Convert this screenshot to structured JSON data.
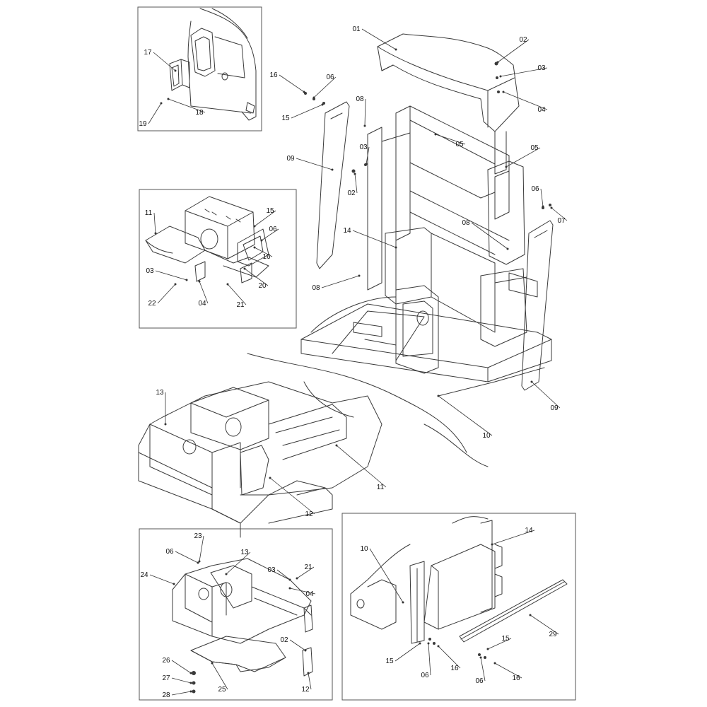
{
  "callouts": [
    {
      "id": "c01a",
      "text": "01"
    },
    {
      "id": "c02a",
      "text": "02"
    },
    {
      "id": "c03a",
      "text": "03"
    },
    {
      "id": "c04a",
      "text": "04"
    },
    {
      "id": "c05a",
      "text": "05"
    },
    {
      "id": "c05b",
      "text": "05"
    },
    {
      "id": "c06a",
      "text": "06"
    },
    {
      "id": "c07a",
      "text": "07"
    },
    {
      "id": "c16a",
      "text": "16"
    },
    {
      "id": "c06b",
      "text": "06"
    },
    {
      "id": "c15a",
      "text": "15"
    },
    {
      "id": "c08a",
      "text": "08"
    },
    {
      "id": "c09a",
      "text": "09"
    },
    {
      "id": "c03b",
      "text": "03"
    },
    {
      "id": "c02b",
      "text": "02"
    },
    {
      "id": "c14a",
      "text": "14"
    },
    {
      "id": "c08b",
      "text": "08"
    },
    {
      "id": "c08c",
      "text": "08"
    },
    {
      "id": "c09b",
      "text": "09"
    },
    {
      "id": "c10a",
      "text": "10"
    },
    {
      "id": "c13a",
      "text": "13"
    },
    {
      "id": "c11a",
      "text": "11"
    },
    {
      "id": "c12a",
      "text": "12"
    },
    {
      "id": "c17a",
      "text": "17"
    },
    {
      "id": "c18a",
      "text": "18"
    },
    {
      "id": "c19a",
      "text": "19"
    },
    {
      "id": "c11b",
      "text": "11"
    },
    {
      "id": "c15b",
      "text": "15"
    },
    {
      "id": "c06c",
      "text": "06"
    },
    {
      "id": "c16b",
      "text": "16"
    },
    {
      "id": "c20a",
      "text": "20"
    },
    {
      "id": "c03c",
      "text": "03"
    },
    {
      "id": "c22a",
      "text": "22"
    },
    {
      "id": "c04b",
      "text": "04"
    },
    {
      "id": "c21a",
      "text": "21"
    },
    {
      "id": "c23a",
      "text": "23"
    },
    {
      "id": "c06d",
      "text": "06"
    },
    {
      "id": "c13b",
      "text": "13"
    },
    {
      "id": "c24a",
      "text": "24"
    },
    {
      "id": "c03d",
      "text": "03"
    },
    {
      "id": "c21b",
      "text": "21"
    },
    {
      "id": "c04c",
      "text": "04"
    },
    {
      "id": "c02c",
      "text": "02"
    },
    {
      "id": "c26a",
      "text": "26"
    },
    {
      "id": "c27a",
      "text": "27"
    },
    {
      "id": "c25a",
      "text": "25"
    },
    {
      "id": "c28a",
      "text": "28"
    },
    {
      "id": "c12b",
      "text": "12"
    },
    {
      "id": "c14b",
      "text": "14"
    },
    {
      "id": "c10b",
      "text": "10"
    },
    {
      "id": "c29a",
      "text": "29"
    },
    {
      "id": "c15c",
      "text": "15"
    },
    {
      "id": "c15d",
      "text": "15"
    },
    {
      "id": "c06e",
      "text": "06"
    },
    {
      "id": "c16c",
      "text": "16"
    },
    {
      "id": "c06f",
      "text": "06"
    },
    {
      "id": "c16d",
      "text": "16"
    }
  ]
}
